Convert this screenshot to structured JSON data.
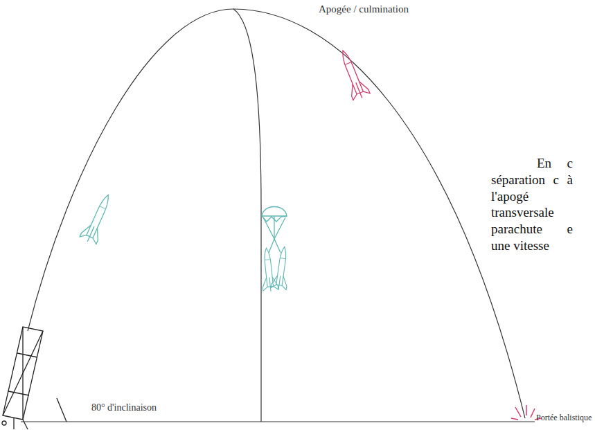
{
  "diagram": {
    "labels": [
      "Apogée / culmination",
      "80° d'inclinaison",
      "Portée balistique",
      "En c séparation c à l'apogé transversale parachute e une vitesse"
    ]
  }
}
